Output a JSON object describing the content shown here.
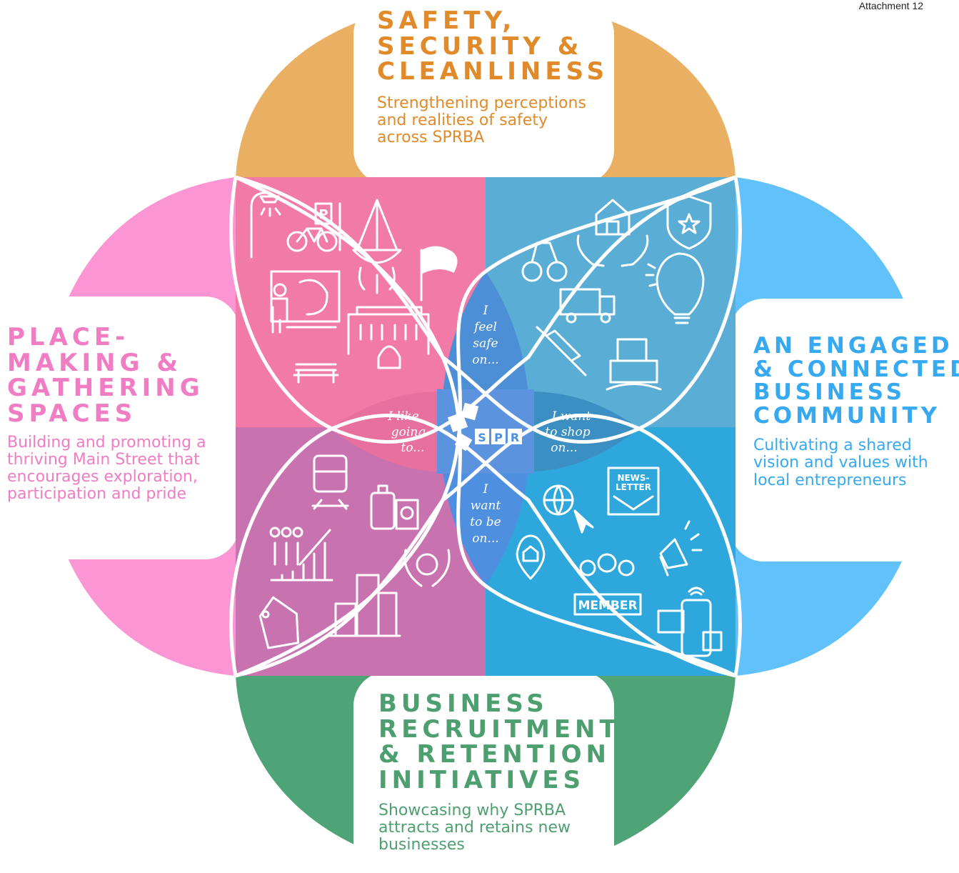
{
  "attachment_label": "Attachment 12",
  "sections": {
    "top": {
      "title_lines": [
        "SAFETY,",
        "SECURITY &",
        "CLEANLINESS"
      ],
      "desc_lines": [
        "Strengthening perceptions",
        "and realities of safety",
        "across SPRBA"
      ],
      "color": "#e9b063"
    },
    "left": {
      "title_lines": [
        "PLACE-",
        "MAKING &",
        "GATHERING",
        "SPACES"
      ],
      "desc_lines": [
        "Building and promoting a",
        "thriving Main Street that",
        "encourages exploration,",
        "participation and pride"
      ],
      "color": "#fb95d4"
    },
    "right": {
      "title_lines": [
        "AN ENGAGED",
        "& CONNECTED",
        "BUSINESS",
        "COMMUNITY"
      ],
      "desc_lines": [
        "Cultivating a shared",
        "vision and values with",
        "local entrepreneurs"
      ],
      "color": "#60c1fb"
    },
    "bottom": {
      "title_lines": [
        "BUSINESS",
        "RECRUITMENT",
        "& RETENTION",
        "INITIATIVES"
      ],
      "desc_lines": [
        "Showcasing why SPRBA",
        "attracts and retains new",
        "businesses"
      ],
      "color": "#4fa477"
    }
  },
  "quadrant_colors": {
    "top_left": "#f27aa6",
    "top_right": "#5aaed6",
    "bottom_left": "#c873b0",
    "bottom_right": "#2ea7dc"
  },
  "center": {
    "top_phrase": [
      "I",
      "feel",
      "safe",
      "on..."
    ],
    "left_phrase": [
      "I like",
      "going",
      "to..."
    ],
    "right_phrase": [
      "I want",
      "to shop",
      "on..."
    ],
    "bottom_phrase": [
      "I",
      "want",
      "to be",
      "on..."
    ],
    "logo_text": [
      "S",
      "P",
      "R"
    ]
  },
  "icons": {
    "top_left": [
      "street-light-icon",
      "parking-sign-icon",
      "bicycle-icon",
      "hanging-plant-icon",
      "flag-icon",
      "street-vendor-icon",
      "historic-building-icon",
      "bench-icon"
    ],
    "top_right": [
      "house-in-hands-icon",
      "police-badge-icon",
      "handcuffs-icon",
      "lightbulb-puzzle-icon",
      "street-sweeper-icon",
      "syringe-icon",
      "snowplow-truck-icon"
    ],
    "bottom_left": [
      "train-icon",
      "travel-luggage-icon",
      "growth-chart-people-icon",
      "money-in-hands-icon",
      "price-tag-icon",
      "city-buildings-icon"
    ],
    "bottom_right": [
      "globe-cursor-icon",
      "newsletter-icon",
      "location-home-icon",
      "megaphone-icon",
      "member-group-icon",
      "social-phone-icon"
    ]
  },
  "member_label": "MEMBER",
  "newsletter_label": [
    "NEWS-",
    "LETTER"
  ],
  "parking_label": "P"
}
